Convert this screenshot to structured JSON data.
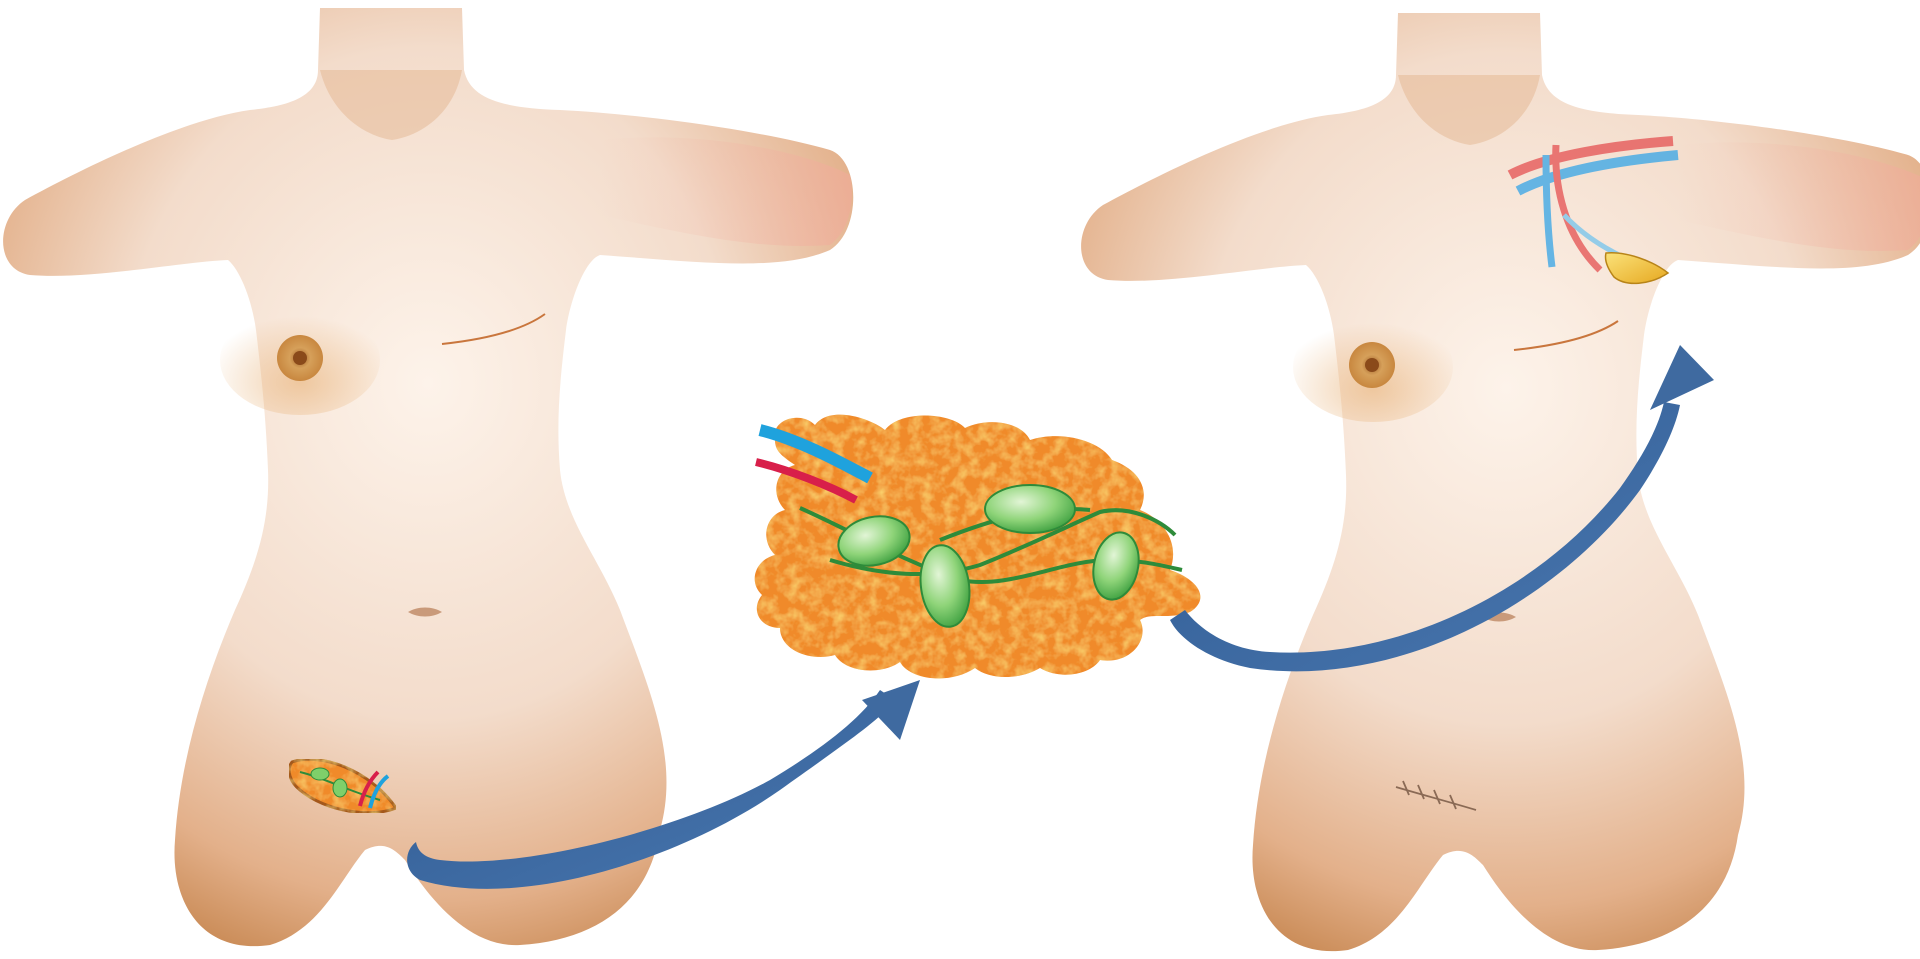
{
  "figure": {
    "panels": [
      {
        "id": "donor",
        "content": "torso-with-inguinal-lymph-node-flap-harvest-site"
      },
      {
        "id": "flap",
        "content": "vascularized-lymph-node-flap"
      },
      {
        "id": "recipient",
        "content": "torso-with-axillary-recipient-site"
      }
    ],
    "colors": {
      "skin_light": "#f7e6d8",
      "skin_shadow": "#c98a55",
      "skin_blush": "#f2c1b0",
      "areola": "#c8873f",
      "fat_tissue": "#f08a2a",
      "fat_tissue_dark": "#e8711d",
      "lymph_node": "#7fcf6a",
      "lymph_vessel": "#2e8b3a",
      "vein": "#1fa2dd",
      "artery": "#d81f4a",
      "arrow": "#3f6aa0",
      "axillary_target": "#f2c232"
    },
    "arrows": [
      {
        "from": "donor",
        "to": "flap"
      },
      {
        "from": "flap",
        "to": "recipient"
      }
    ]
  }
}
